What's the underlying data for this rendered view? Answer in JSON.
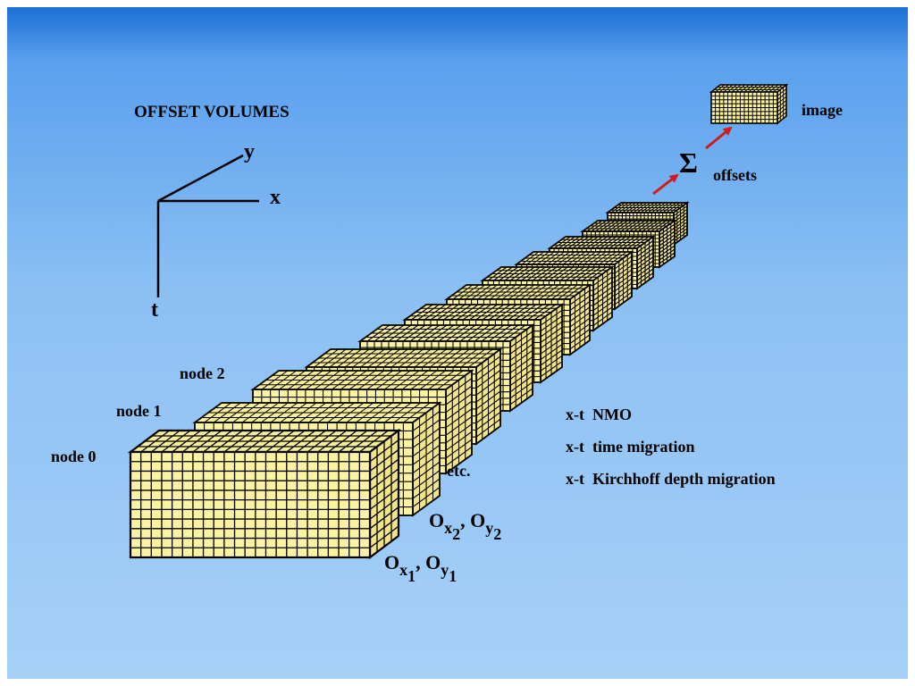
{
  "title": "OFFSET VOLUMES",
  "axes": {
    "y": "y",
    "x": "x",
    "t": "t"
  },
  "nodes": [
    "node 0",
    "node 1",
    "node 2"
  ],
  "etc": "etc.",
  "offset_labels": [
    {
      "a": "O",
      "a_sub": "x",
      "a_subsub": "1",
      "b": "O",
      "b_sub": "y",
      "b_subsub": "1"
    },
    {
      "a": "O",
      "a_sub": "x",
      "a_subsub": "2",
      "b": "O",
      "b_sub": "y",
      "b_subsub": "2"
    }
  ],
  "sum_symbol": "Σ",
  "sum_label": "offsets",
  "output_label": "image",
  "methods": [
    "x-t  NMO",
    "x-t  time migration",
    "x-t  Kirchhoff depth migration"
  ],
  "colors": {
    "box_fill": "#fbf3a2",
    "box_side": "#f1e48a",
    "box_top": "#f7ee9a",
    "grid": "#000000",
    "arrow": "#d21a1a"
  }
}
